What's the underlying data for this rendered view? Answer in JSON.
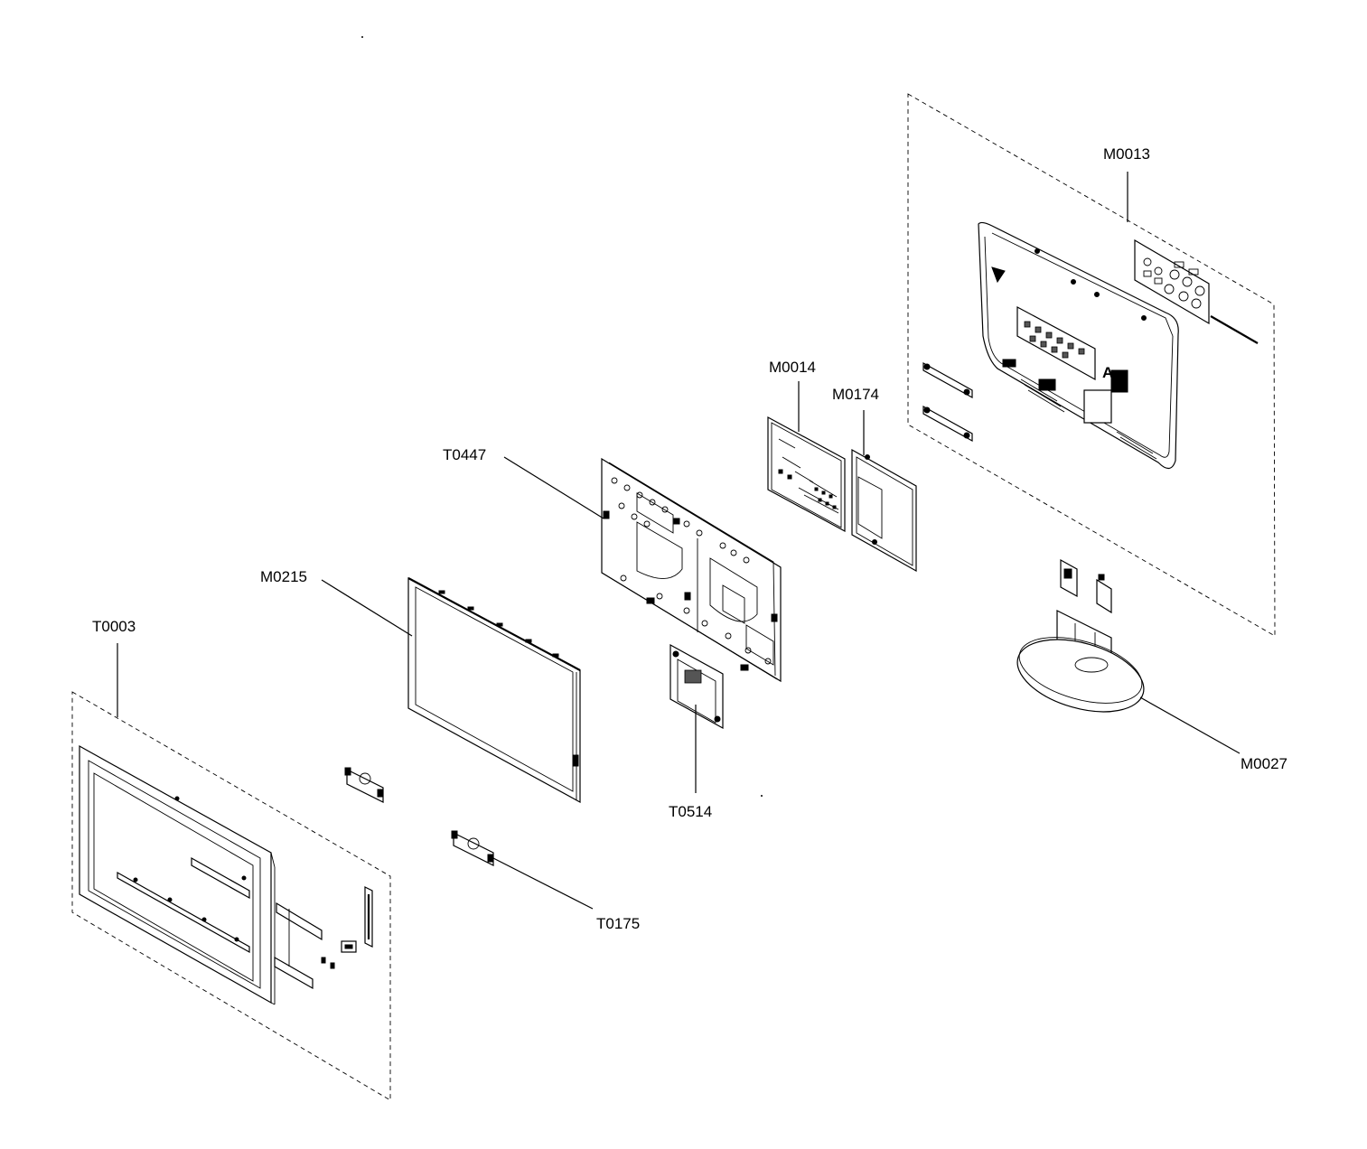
{
  "parts": [
    {
      "id": "M0013",
      "label": "M0013"
    },
    {
      "id": "M0014",
      "label": "M0014"
    },
    {
      "id": "M0174",
      "label": "M0174"
    },
    {
      "id": "T0447",
      "label": "T0447"
    },
    {
      "id": "M0215",
      "label": "M0215"
    },
    {
      "id": "T0003",
      "label": "T0003"
    },
    {
      "id": "T0514",
      "label": "T0514"
    },
    {
      "id": "M0027",
      "label": "M0027"
    },
    {
      "id": "T0175",
      "label": "T0175"
    }
  ]
}
